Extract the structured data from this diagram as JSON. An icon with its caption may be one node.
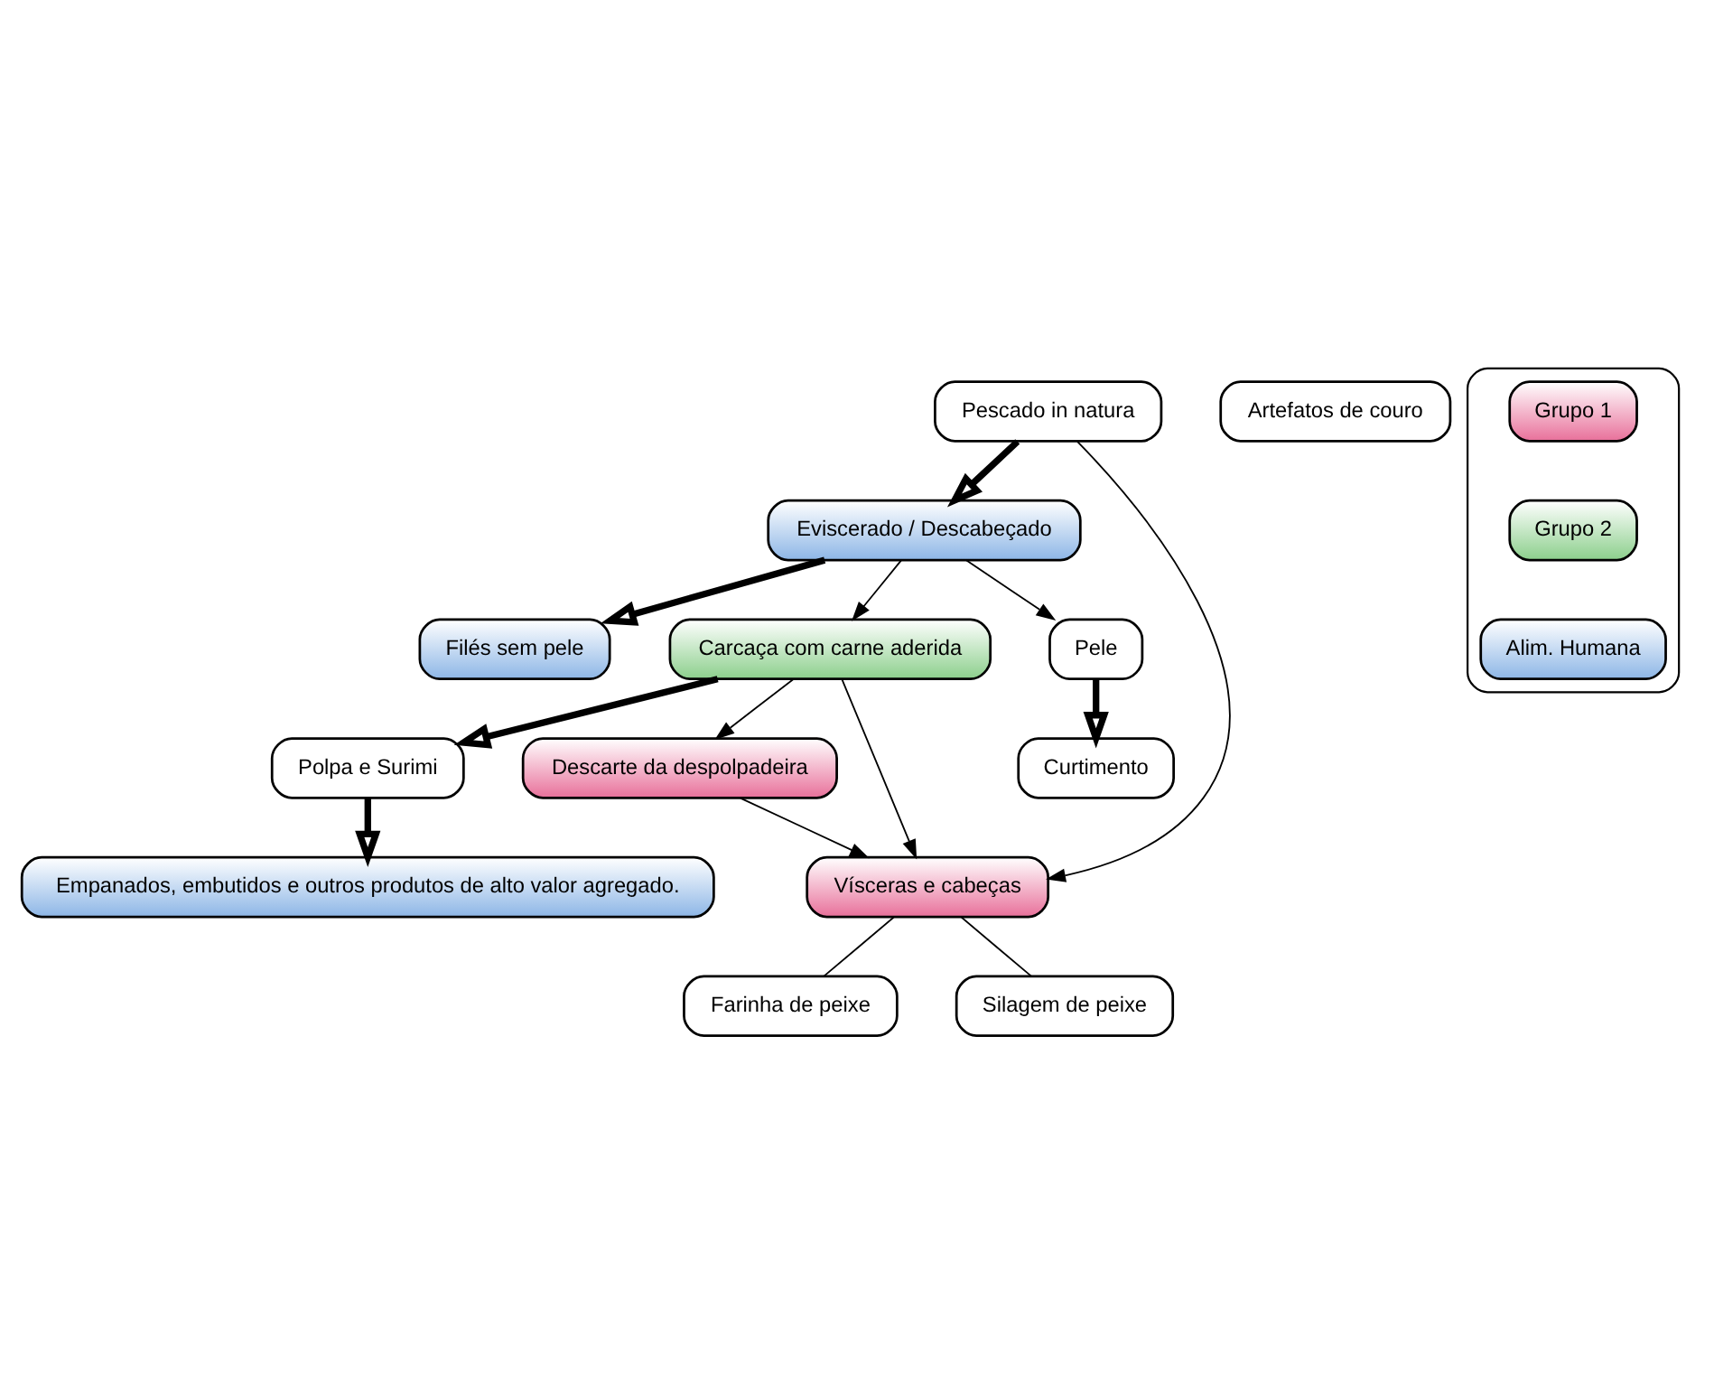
{
  "diagram": {
    "nodes": [
      {
        "text": [
          "Pescado in natura"
        ]
      },
      {
        "text": [
          "Artefatos de couro"
        ]
      },
      {
        "text": [
          "Curtimento"
        ]
      },
      {
        "text": [
          "Eviscerado / Descabeçado"
        ]
      },
      {
        "text": [
          "Vísceras e cabeças"
        ]
      },
      {
        "text": [
          "Pele"
        ]
      },
      {
        "text": [
          "Filés sem pele"
        ]
      },
      {
        "text": [
          "Carcaça com carne aderida"
        ]
      },
      {
        "text": [
          "Descarte da despolpadeira"
        ]
      },
      {
        "text": [
          "Polpa e Surimi"
        ]
      },
      {
        "text": [
          "Farinha de peixe"
        ]
      },
      {
        "text": [
          "Silagem de peixe"
        ]
      },
      {
        "text": [
          "Empanados, embutidos e outros produtos de alto valor agregado."
        ]
      },
      {
        "text": [],
        "shape": "box"
      },
      {
        "text": [
          "Grupo 1"
        ],
        "in": 13
      },
      {
        "text": [
          "Grupo 2"
        ],
        "in": 13
      },
      {
        "text": [
          "Alim. Humana"
        ],
        "in": 13
      }
    ],
    "edges": [
      {
        "from": 0,
        "to": 4,
        "arrow": "to"
      },
      {
        "from": 0,
        "to": 3,
        "arrow": "to",
        "style": "thick"
      },
      {
        "from": 3,
        "to": 6,
        "arrow": "to",
        "style": "thick"
      },
      {
        "from": 3,
        "to": 5,
        "arrow": "to"
      },
      {
        "from": 3,
        "to": 7,
        "arrow": "to"
      },
      {
        "from": 5,
        "to": 2,
        "arrow": "to",
        "style": "thick"
      },
      {
        "from": 7,
        "to": 4,
        "arrow": "to"
      },
      {
        "from": 7,
        "to": 9,
        "arrow": "to",
        "style": "thick"
      },
      {
        "from": 7,
        "to": 8,
        "arrow": "to"
      },
      {
        "from": 8,
        "to": 4,
        "arrow": "to"
      },
      {
        "from": 4,
        "to": 10,
        "arrow": "none"
      },
      {
        "from": 4,
        "to": 11,
        "arrow": "none"
      },
      {
        "from": 9,
        "to": 12,
        "arrow": "to",
        "style": "thick"
      }
    ]
  }
}
